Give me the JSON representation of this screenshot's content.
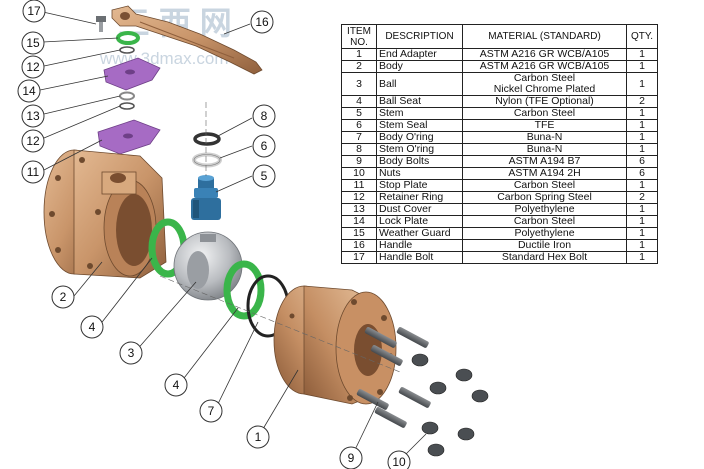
{
  "watermark": {
    "chinese": "三 西 网",
    "url": "www.3dmax.com"
  },
  "bom": {
    "headers": {
      "item_no_line1": "ITEM",
      "item_no_line2": "NO.",
      "description": "DESCRIPTION",
      "material": "MATERIAL (STANDARD)",
      "qty": "QTY."
    },
    "rows": [
      {
        "no": "1",
        "desc": "End Adapter",
        "material": "ASTM A216 GR WCB/A105",
        "material2": "",
        "qty": "1"
      },
      {
        "no": "2",
        "desc": "Body",
        "material": "ASTM A216 GR WCB/A105",
        "material2": "",
        "qty": "1"
      },
      {
        "no": "3",
        "desc": "Ball",
        "material": "Carbon Steel",
        "material2": "Nickel Chrome Plated",
        "qty": "1"
      },
      {
        "no": "4",
        "desc": "Ball Seat",
        "material": "Nylon (TFE Optional)",
        "material2": "",
        "qty": "2"
      },
      {
        "no": "5",
        "desc": "Stem",
        "material": "Carbon Steel",
        "material2": "",
        "qty": "1"
      },
      {
        "no": "6",
        "desc": "Stem Seal",
        "material": "TFE",
        "material2": "",
        "qty": "1"
      },
      {
        "no": "7",
        "desc": "Body O'ring",
        "material": "Buna-N",
        "material2": "",
        "qty": "1"
      },
      {
        "no": "8",
        "desc": "Stem O'ring",
        "material": "Buna-N",
        "material2": "",
        "qty": "1"
      },
      {
        "no": "9",
        "desc": "Body Bolts",
        "material": "ASTM A194 B7",
        "material2": "",
        "qty": "6"
      },
      {
        "no": "10",
        "desc": "Nuts",
        "material": "ASTM A194 2H",
        "material2": "",
        "qty": "6"
      },
      {
        "no": "11",
        "desc": "Stop Plate",
        "material": "Carbon Steel",
        "material2": "",
        "qty": "1"
      },
      {
        "no": "12",
        "desc": "Retainer Ring",
        "material": "Carbon Spring Steel",
        "material2": "",
        "qty": "2"
      },
      {
        "no": "13",
        "desc": "Dust Cover",
        "material": "Polyethylene",
        "material2": "",
        "qty": "1"
      },
      {
        "no": "14",
        "desc": "Lock Plate",
        "material": "Carbon Steel",
        "material2": "",
        "qty": "1"
      },
      {
        "no": "15",
        "desc": "Weather Guard",
        "material": "Polyethylene",
        "material2": "",
        "qty": "1"
      },
      {
        "no": "16",
        "desc": "Handle",
        "material": "Ductile Iron",
        "material2": "",
        "qty": "1"
      },
      {
        "no": "17",
        "desc": "Handle Bolt",
        "material": "Standard Hex Bolt",
        "material2": "",
        "qty": "1"
      }
    ]
  },
  "callouts": {
    "c1": "1",
    "c2": "2",
    "c3": "3",
    "c4a": "4",
    "c4b": "4",
    "c5": "5",
    "c6": "6",
    "c7": "7",
    "c8": "8",
    "c9": "9",
    "c10": "10",
    "c11": "11",
    "c12a": "12",
    "c12b": "12",
    "c13": "13",
    "c14": "14",
    "c15": "15",
    "c16": "16",
    "c17": "17"
  },
  "colors": {
    "bronze": "#c9956a",
    "bronze_dark": "#9c6a44",
    "bronze_light": "#e3b992",
    "green_seat": "#3ab54a",
    "purple_plate": "#a66bc4",
    "stem_blue": "#2e6f9e",
    "ball_gray": "#b9bcc0",
    "nut_dark": "#4a4e52"
  }
}
